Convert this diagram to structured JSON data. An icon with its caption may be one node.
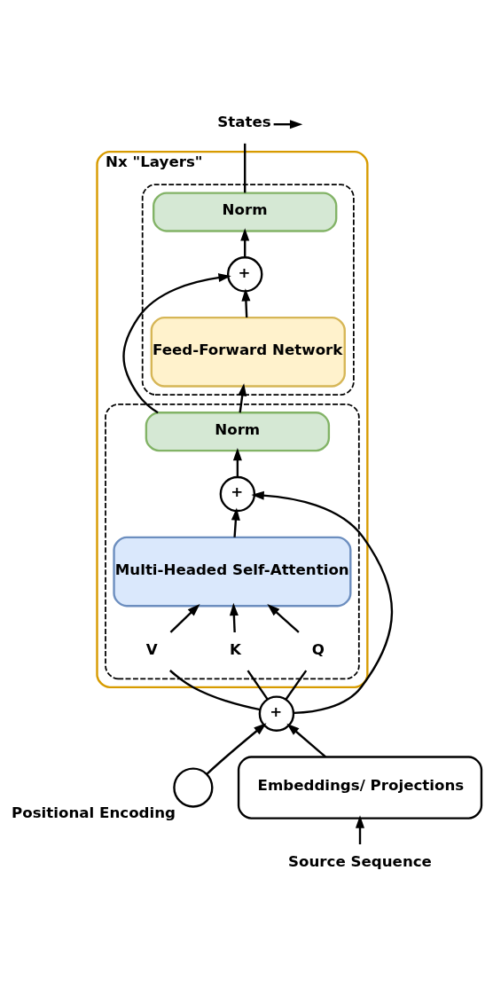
{
  "diagram": {
    "nodes": [
      {
        "text": [
          "Nx \"Layers\""
        ]
      },
      {
        "text": [],
        "shape": "box",
        "in": 0
      },
      {
        "text": [
          "Norm"
        ],
        "in": 1
      },
      {
        "text": [
          "+"
        ],
        "in": 1
      },
      {
        "text": [
          "Feed-Forward Network"
        ],
        "in": 1
      },
      {
        "text": [],
        "shape": "box",
        "in": 0
      },
      {
        "text": [
          "Norm"
        ],
        "in": 5
      },
      {
        "text": [
          "+"
        ],
        "in": 5
      },
      {
        "text": [
          "Multi-Headed Self-Attention"
        ],
        "in": 5
      },
      {
        "text": [
          "V"
        ],
        "in": 5
      },
      {
        "text": [
          "K"
        ],
        "in": 5
      },
      {
        "text": [
          "Q"
        ],
        "in": 5
      },
      {
        "text": [
          "States"
        ]
      },
      {
        "text": [],
        "shape": "circle",
        "beside": [
          "Positional Encoding"
        ]
      },
      {
        "text": [
          "+"
        ]
      },
      {
        "text": [
          "Embeddings/ Projections"
        ]
      },
      {
        "text": [
          "Source Sequence"
        ]
      }
    ],
    "edges": [
      {
        "from": 16,
        "to": 15,
        "arrow": "to"
      },
      {
        "from": 15,
        "to": 14,
        "arrow": "to"
      },
      {
        "from": 13,
        "to": 14,
        "arrow": "to"
      },
      {
        "from": 14,
        "to": 9,
        "arrow": "none"
      },
      {
        "from": 14,
        "to": 10,
        "arrow": "none"
      },
      {
        "from": 14,
        "to": 11,
        "arrow": "none"
      },
      {
        "from": 14,
        "to": 7,
        "arrow": "to"
      },
      {
        "from": 9,
        "to": 8,
        "arrow": "to"
      },
      {
        "from": 10,
        "to": 8,
        "arrow": "to"
      },
      {
        "from": 11,
        "to": 8,
        "arrow": "to"
      },
      {
        "from": 8,
        "to": 7,
        "arrow": "to"
      },
      {
        "from": 7,
        "to": 6,
        "arrow": "to"
      },
      {
        "from": 6,
        "to": 4,
        "arrow": "to"
      },
      {
        "from": 6,
        "to": 3,
        "arrow": "to"
      },
      {
        "from": 4,
        "to": 3,
        "arrow": "to"
      },
      {
        "from": 3,
        "to": 2,
        "arrow": "to"
      },
      {
        "from": 2,
        "to": 12,
        "arrow": "none"
      },
      {
        "from": 12,
        "to": null,
        "arrow": "to"
      }
    ]
  }
}
